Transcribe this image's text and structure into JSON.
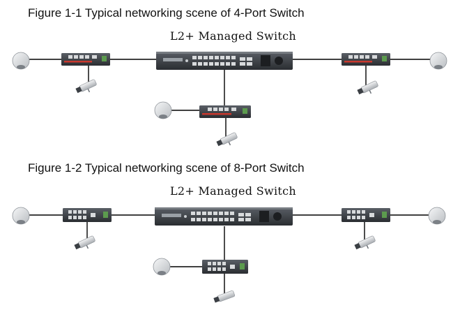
{
  "figures": [
    {
      "title": "Figure 1-1 Typical networking scene of 4-Port Switch",
      "core_label": "L2+ Managed Switch",
      "edge_ports": 4
    },
    {
      "title": "Figure 1-2 Typical networking scene of 8-Port Switch",
      "core_label": "L2+ Managed Switch",
      "edge_ports": 8
    }
  ],
  "icons": {
    "core_switch": "managed-switch-icon",
    "edge_switch": "poe-switch-icon",
    "dome_camera": "dome-camera-icon",
    "bullet_camera": "bullet-camera-icon"
  },
  "colors": {
    "switch_body": "#3a3e43",
    "port": "#d8dadc",
    "cable": "#000000",
    "camera": "#e2e4e6",
    "accent_red": "#c8382e"
  }
}
